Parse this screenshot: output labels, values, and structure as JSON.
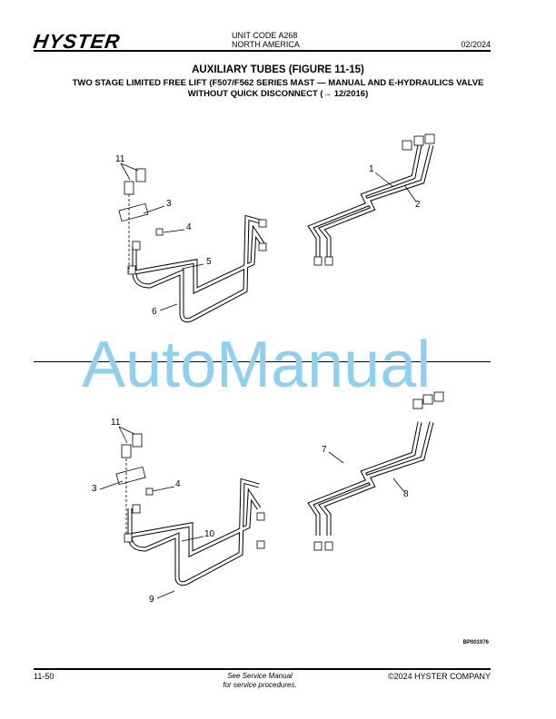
{
  "header": {
    "brand": "HYSTER",
    "unit_code": "UNIT CODE A268",
    "region": "NORTH AMERICA",
    "date": "02/2024"
  },
  "title": {
    "main": "AUXILIARY TUBES (FIGURE 11-15)",
    "line2": "TWO STAGE LIMITED FREE LIFT (F507/F562 SERIES MAST — MANUAL AND E-HYDRAULICS VALVE",
    "line3": "WITHOUT QUICK DISCONNECT (→ 12/2016)"
  },
  "callouts": {
    "top": [
      "11",
      "3",
      "4",
      "5",
      "6",
      "1",
      "2"
    ],
    "bottom": [
      "11",
      "3",
      "4",
      "10",
      "9",
      "7",
      "8"
    ]
  },
  "figure_id": "BP001076",
  "watermark": "AutoManual",
  "footer": {
    "page": "11-50",
    "note_line1": "See Service Manual",
    "note_line2": "for service procedures.",
    "copyright": "©2024 HYSTER COMPANY"
  }
}
